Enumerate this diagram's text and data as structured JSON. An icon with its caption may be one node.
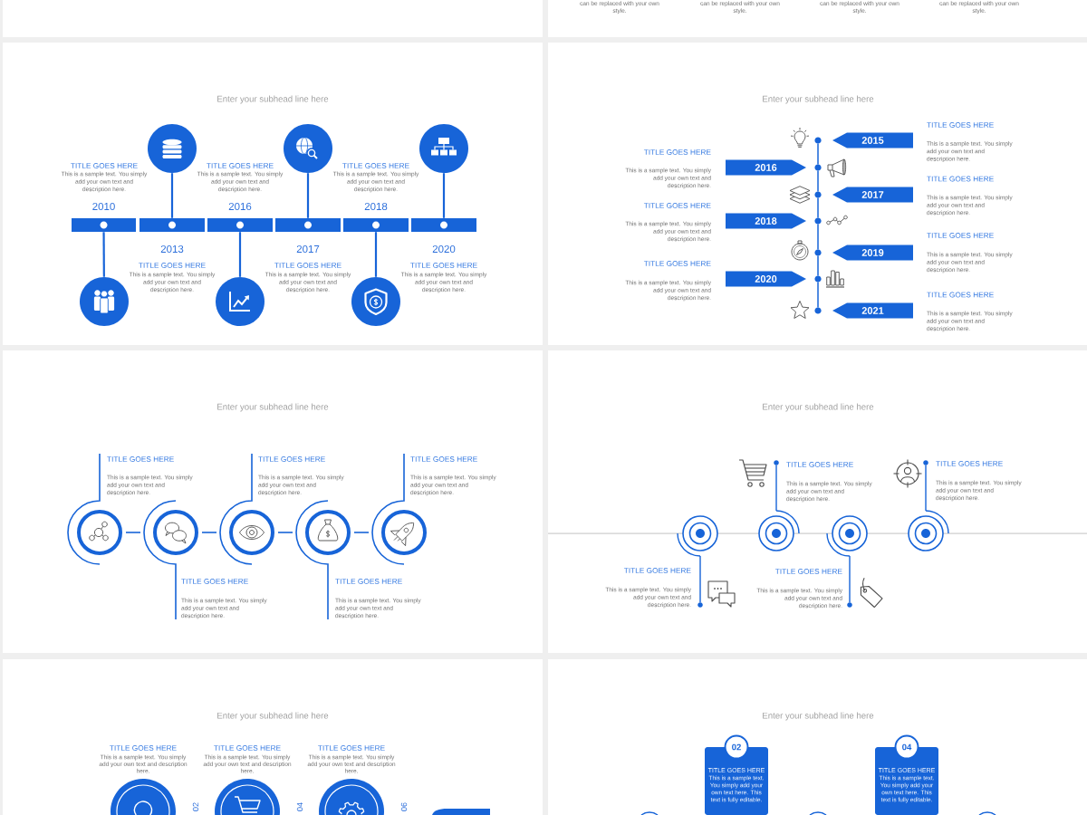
{
  "diagram": {
    "nodes": [
      {
        "text": [],
        "shape": "box"
      },
      {
        "text": [
          "can be replaced with your own style.",
          "can be replaced with your own style.",
          "can be replaced with your own style.",
          "can be replaced with your own style."
        ]
      },
      {
        "text": [
          "Enter your subhead line here"
        ]
      },
      {
        "text": [],
        "shape": "circle",
        "in": 2
      },
      {
        "text": [],
        "shape": "circle",
        "in": 2
      },
      {
        "text": [],
        "shape": "circle",
        "in": 2
      },
      {
        "text": [],
        "shape": "bar",
        "in": 2,
        "beside": [
          "2010"
        ]
      },
      {
        "text": [],
        "shape": "bar",
        "in": 2,
        "beside": [
          "2013"
        ]
      },
      {
        "text": [],
        "shape": "bar",
        "in": 2,
        "beside": [
          "2016"
        ]
      },
      {
        "text": [],
        "shape": "bar",
        "in": 2,
        "beside": [
          "2017"
        ]
      },
      {
        "text": [],
        "shape": "bar",
        "in": 2,
        "beside": [
          "2018"
        ]
      },
      {
        "text": [],
        "shape": "bar",
        "in": 2,
        "beside": [
          "2020"
        ]
      },
      {
        "text": [],
        "shape": "circle",
        "in": 2
      },
      {
        "text": [],
        "shape": "circle",
        "in": 2
      },
      {
        "text": [],
        "shape": "circle",
        "in": 2
      },
      {
        "text": [
          "Enter your subhead line here"
        ]
      },
      {
        "text": [
          "2015"
        ],
        "in": 15
      },
      {
        "text": [
          "2016"
        ],
        "in": 15
      },
      {
        "text": [
          "2017"
        ],
        "in": 15
      },
      {
        "text": [
          "2018"
        ],
        "in": 15
      },
      {
        "text": [
          "2019"
        ],
        "in": 15
      },
      {
        "text": [
          "2020"
        ],
        "in": 15
      },
      {
        "text": [
          "2021"
        ],
        "in": 15
      },
      {
        "text": [],
        "shape": "circle",
        "in": 15
      },
      {
        "text": [],
        "shape": "circle",
        "in": 15
      },
      {
        "text": [],
        "shape": "circle",
        "in": 15
      },
      {
        "text": [],
        "shape": "circle",
        "in": 15
      },
      {
        "text": [],
        "shape": "circle",
        "in": 15
      },
      {
        "text": [],
        "shape": "circle",
        "in": 15
      },
      {
        "text": [],
        "shape": "circle",
        "in": 15
      },
      {
        "text": [
          "Enter your subhead line here"
        ]
      },
      {
        "text": [],
        "shape": "circle",
        "in": 30
      },
      {
        "text": [],
        "shape": "circle",
        "in": 30
      },
      {
        "text": [],
        "shape": "circle",
        "in": 30
      },
      {
        "text": [],
        "shape": "circle",
        "in": 30
      },
      {
        "text": [],
        "shape": "circle",
        "in": 30
      },
      {
        "text": [
          "Enter your subhead line here"
        ]
      },
      {
        "text": [],
        "shape": "circle",
        "in": 36
      },
      {
        "text": [],
        "shape": "circle",
        "in": 36
      },
      {
        "text": [],
        "shape": "circle",
        "in": 36
      },
      {
        "text": [],
        "shape": "circle",
        "in": 36
      },
      {
        "text": [],
        "shape": "circle",
        "in": 36
      },
      {
        "text": [],
        "shape": "circle",
        "in": 36
      },
      {
        "text": [],
        "shape": "circle",
        "in": 36
      },
      {
        "text": [],
        "shape": "circle",
        "in": 36
      },
      {
        "text": [
          "Enter your subhead line here"
        ]
      },
      {
        "text": [],
        "shape": "circle",
        "in": 45,
        "beside": [
          "02"
        ]
      },
      {
        "text": [],
        "shape": "circle",
        "in": 45,
        "beside": [
          "04"
        ]
      },
      {
        "text": [],
        "shape": "circle",
        "in": 45,
        "beside": [
          "06"
        ]
      },
      {
        "text": [],
        "shape": "box",
        "in": 45
      },
      {
        "text": [
          "Enter your subhead line here"
        ]
      },
      {
        "text": [
          "02"
        ],
        "in": 50
      },
      {
        "text": [
          "TITLE GOES HERE",
          "This is a sample text. You simply add your own text here. This text is fully editable."
        ],
        "in": 50
      },
      {
        "text": [
          "04"
        ],
        "in": 50
      },
      {
        "text": [
          "TITLE GOES HERE",
          "This is a sample text. You simply add your own text here. This text is fully editable."
        ],
        "in": 50
      },
      {
        "text": [],
        "shape": "circle",
        "in": 50
      },
      {
        "text": [],
        "shape": "circle",
        "in": 50
      },
      {
        "text": [],
        "shape": "circle",
        "in": 50
      }
    ],
    "edges": [
      {
        "from": 3,
        "to": 7,
        "arrow": "none"
      },
      {
        "from": 4,
        "to": 9,
        "arrow": "none"
      },
      {
        "from": 5,
        "to": 11,
        "arrow": "none"
      },
      {
        "from": 6,
        "to": 12,
        "arrow": "none"
      },
      {
        "from": 8,
        "to": 13,
        "arrow": "none"
      },
      {
        "from": 10,
        "to": 14,
        "arrow": "none"
      },
      {
        "from": 23,
        "to": 24,
        "arrow": "none"
      },
      {
        "from": 24,
        "to": 25,
        "arrow": "none"
      },
      {
        "from": 25,
        "to": 26,
        "arrow": "none"
      },
      {
        "from": 26,
        "to": 27,
        "arrow": "none"
      },
      {
        "from": 27,
        "to": 28,
        "arrow": "none"
      },
      {
        "from": 28,
        "to": 29,
        "arrow": "none"
      },
      {
        "from": 31,
        "to": 32,
        "arrow": "none"
      },
      {
        "from": 32,
        "to": 33,
        "arrow": "none"
      },
      {
        "from": 33,
        "to": 34,
        "arrow": "none"
      },
      {
        "from": 34,
        "to": 35,
        "arrow": "none"
      },
      {
        "from": 37,
        "to": 41,
        "arrow": "none"
      },
      {
        "from": 38,
        "to": 42,
        "arrow": "none"
      },
      {
        "from": 39,
        "to": 43,
        "arrow": "none"
      },
      {
        "from": 40,
        "to": 44,
        "arrow": "none"
      }
    ],
    "labels": [
      "TITLE GOES HERE",
      "This is a sample text. You simply add your own text and description here.",
      "TITLE GOES HERE",
      "This is a sample text. You simply add your own text and description here.",
      "TITLE GOES HERE",
      "This is a sample text. You simply add your own text and description here.",
      "TITLE GOES HERE",
      "This is a sample text. You simply add your own text and description here.",
      "TITLE GOES HERE",
      "This is a sample text. You simply add your own text and description here.",
      "TITLE GOES HERE",
      "This is a sample text. You simply add your own text and description here.",
      "TITLE GOES HERE",
      "This is a sample text. You simply add your own text and description here.",
      "TITLE GOES HERE",
      "This is a sample text. You simply add your own text and description here.",
      "TITLE GOES HERE",
      "This is a sample text. You simply add your own text and description here.",
      "TITLE GOES HERE",
      "This is a sample text. You simply add your own text and description here.",
      "TITLE GOES HERE",
      "This is a sample text. You simply add your own text and description here.",
      "TITLE GOES HERE",
      "This is a sample text. You simply add your own text and description here.",
      "TITLE GOES HERE",
      "This is a sample text. You simply add your own text and description here.",
      "TITLE GOES HERE",
      "This is a sample text. You simply add your own text and description here.",
      "TITLE GOES HERE",
      "This is a sample text. You simply add your own text and description here.",
      "TITLE GOES HERE",
      "This is a sample text. You simply add your own text and description here.",
      "TITLE GOES HERE",
      "This is a sample text. You simply add your own text and description here.",
      "TITLE GOES HERE",
      "This is a sample text. You simply add your own text and description here.",
      "TITLE GOES HERE",
      "This is a sample text. You simply add your own text and description here.",
      "TITLE GOES HERE",
      "This is a sample text. You simply add your own text and description here.",
      "TITLE GOES HERE",
      "This is a sample text. You simply add your own text and description here.",
      "TITLE GOES HERE",
      "This is a sample text. You simply add your own text and description here.",
      "TITLE GOES HERE",
      "This is a sample text. You simply add your own text and description here.",
      "TITLE GOES HERE",
      "This is a sample text. You simply add your own text and description here.",
      "TITLE GOES HERE",
      "This is a sample text. You simply add your own text and description here."
    ]
  }
}
